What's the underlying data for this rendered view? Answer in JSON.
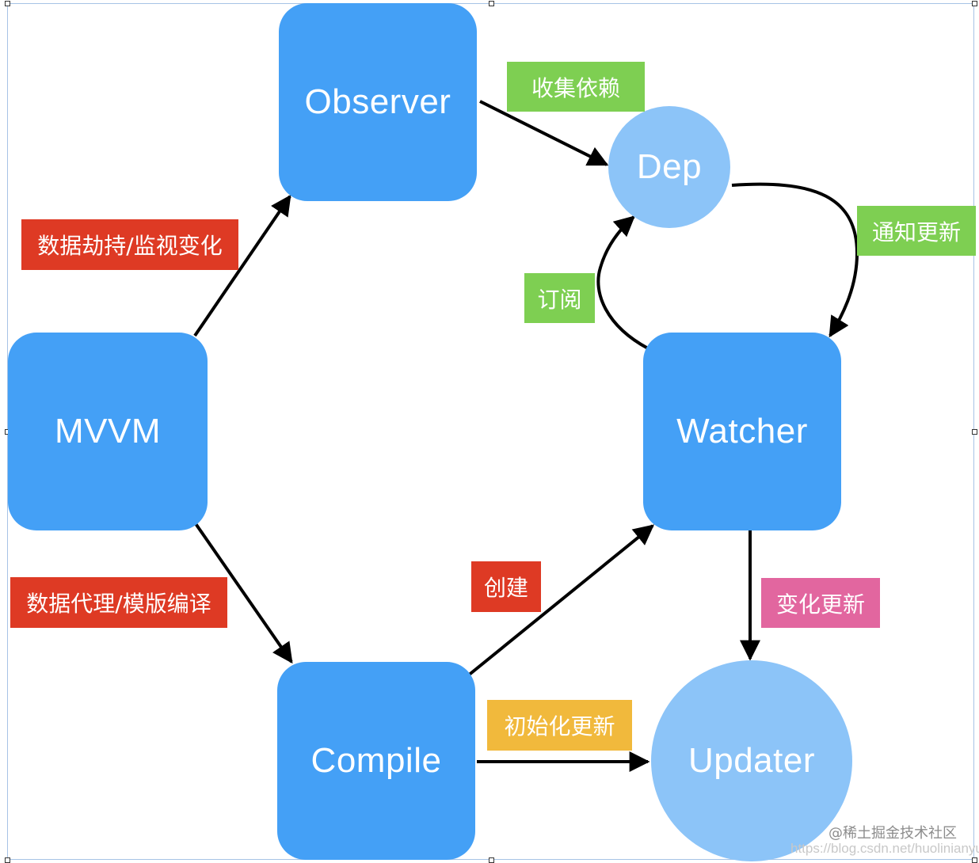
{
  "nodes": {
    "mvvm": "MVVM",
    "observer": "Observer",
    "dep": "Dep",
    "watcher": "Watcher",
    "compile": "Compile",
    "updater": "Updater"
  },
  "labels": {
    "hijack": "数据劫持/监视变化",
    "proxy": "数据代理/模版编译",
    "collect": "收集依赖",
    "notify": "通知更新",
    "subscribe": "订阅",
    "create": "创建",
    "change_update": "变化更新",
    "init_update": "初始化更新"
  },
  "watermark": {
    "community": "@稀土掘金技术社区",
    "url": "https://blog.csdn.net/huolinianyu"
  },
  "colors": {
    "box": "#44a0f6",
    "circle": "#8cc4f8",
    "tag_red": "#de3a24",
    "tag_green": "#7ecf52",
    "tag_yellow": "#f1b93c",
    "tag_pink": "#e2669f",
    "arrow": "#000000"
  }
}
